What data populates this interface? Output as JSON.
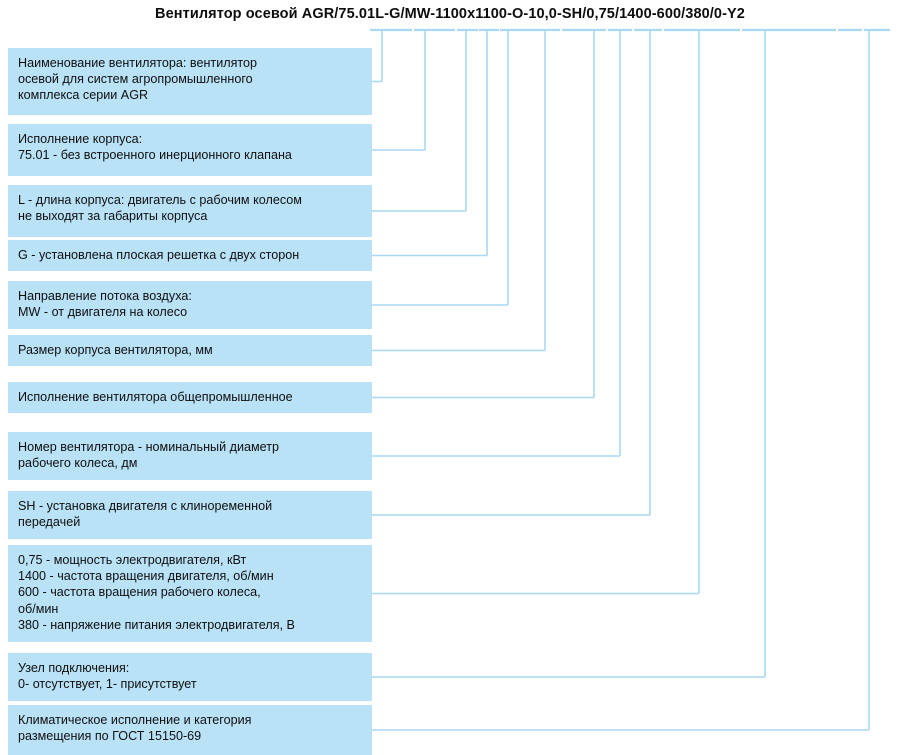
{
  "diagram": {
    "title": "Вентилятор осевой AGR/75.01L-G/MW-1100x1100-O-10,0-SH/0,75/1400-600/380/0-Y2",
    "box_fill": "#b9e2f7",
    "line_color": "#a9d8f0",
    "title_segments": [
      "AGR",
      "75.01",
      "L",
      "G",
      "MW",
      "1100x1100",
      "O",
      "10,0",
      "SH",
      "0,75/1400-600/380",
      "0",
      "Y2"
    ],
    "items": [
      {
        "key": "agr",
        "segment": "AGR",
        "lines": [
          "Наименование вентилятора: вентилятор",
          "осевой для систем агропромышленного",
          "комплекса серии AGR"
        ]
      },
      {
        "key": "housing-version",
        "segment": "75.01",
        "lines": [
          "Исполнение корпуса:",
          "75.01 - без встроенного инерционного клапана"
        ]
      },
      {
        "key": "housing-length",
        "segment": "L",
        "lines": [
          "L - длина корпуса: двигатель с рабочим колесом",
          "не выходят за габариты корпуса"
        ]
      },
      {
        "key": "grille",
        "segment": "G",
        "lines": [
          "G - установлена плоская решетка с двух сторон"
        ]
      },
      {
        "key": "airflow-direction",
        "segment": "MW",
        "lines": [
          "Направление потока воздуха:",
          "MW - от двигателя на колесо"
        ]
      },
      {
        "key": "housing-size",
        "segment": "1100x1100",
        "lines": [
          "Размер корпуса вентилятора, мм"
        ]
      },
      {
        "key": "fan-execution",
        "segment": "O",
        "lines": [
          "Исполнение вентилятора общепромышленное"
        ]
      },
      {
        "key": "fan-number",
        "segment": "10,0",
        "lines": [
          "Номер вентилятора - номинальный диаметр",
          "рабочего колеса, дм"
        ]
      },
      {
        "key": "motor-mounting",
        "segment": "SH",
        "lines": [
          "SH - установка двигателя с клиноременной",
          "передачей"
        ]
      },
      {
        "key": "motor-params",
        "segment": "0,75/1400-600/380",
        "lines": [
          "0,75 - мощность электродвигателя, кВт",
          "1400 - частота вращения двигателя, об/мин",
          "600 - частота вращения рабочего колеса,",
          "об/мин",
          "380 - напряжение питания электродвигателя, В"
        ]
      },
      {
        "key": "connection-unit",
        "segment": "0",
        "lines": [
          "Узел подключения:",
          "0- отсутствует, 1- присутствует"
        ]
      },
      {
        "key": "climate-category",
        "segment": "Y2",
        "lines": [
          "Климатическое исполнение и категория",
          "размещения по ГОСТ 15150-69"
        ]
      }
    ]
  }
}
